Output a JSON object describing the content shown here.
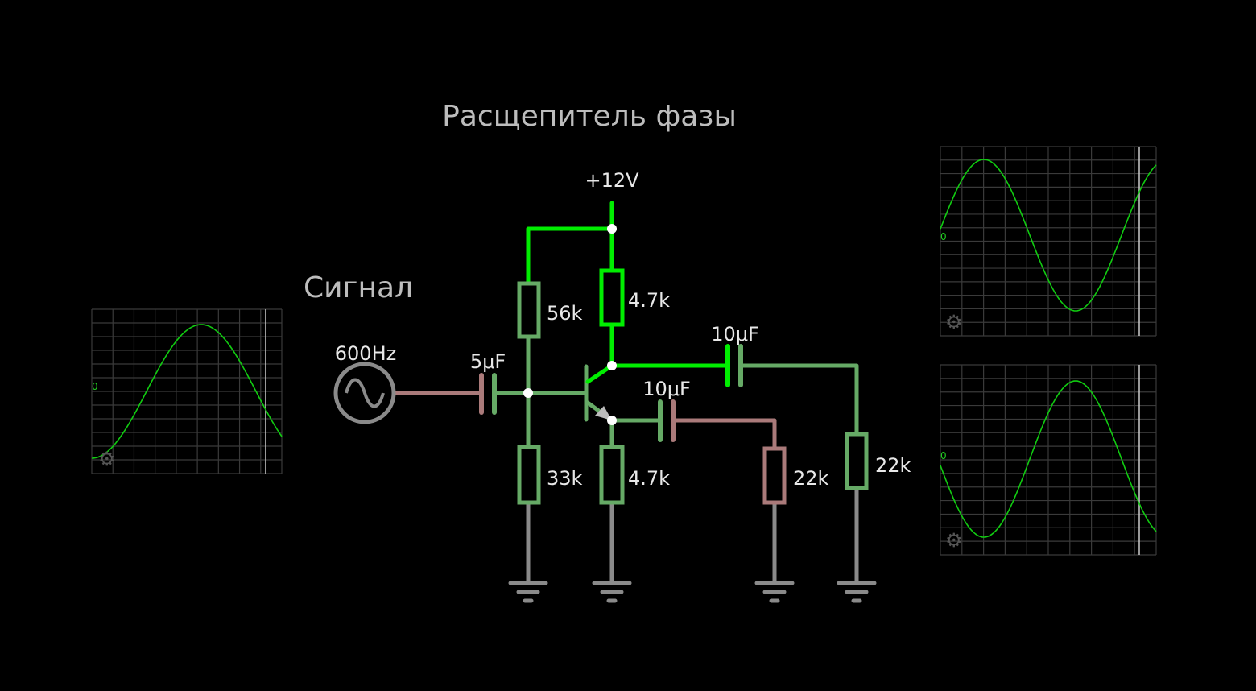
{
  "title": "Расщепитель фазы",
  "signal_label": "Сигнал",
  "source": {
    "frequency": "600Hz"
  },
  "supply": {
    "voltage": "+12V"
  },
  "components": {
    "r_bias_top": "56k",
    "r_bias_bottom": "33k",
    "r_collector": "4.7k",
    "r_emitter": "4.7k",
    "c_input": "5μF",
    "c_collector": "10μF",
    "c_emitter": "10μF",
    "r_load_emitter": "22k",
    "r_load_collector": "22k"
  },
  "scopes": {
    "input": {
      "zero_label": "0",
      "icon": "gear-icon"
    },
    "collector": {
      "zero_label": "0",
      "icon": "gear-icon"
    },
    "emitter": {
      "zero_label": "0",
      "icon": "gear-icon"
    }
  },
  "colors": {
    "bright_green": "#00ee00",
    "mid_green": "#66aa66",
    "pink": "#aa7a7a",
    "gray": "#8a8a8a",
    "trace": "#11cc11"
  }
}
